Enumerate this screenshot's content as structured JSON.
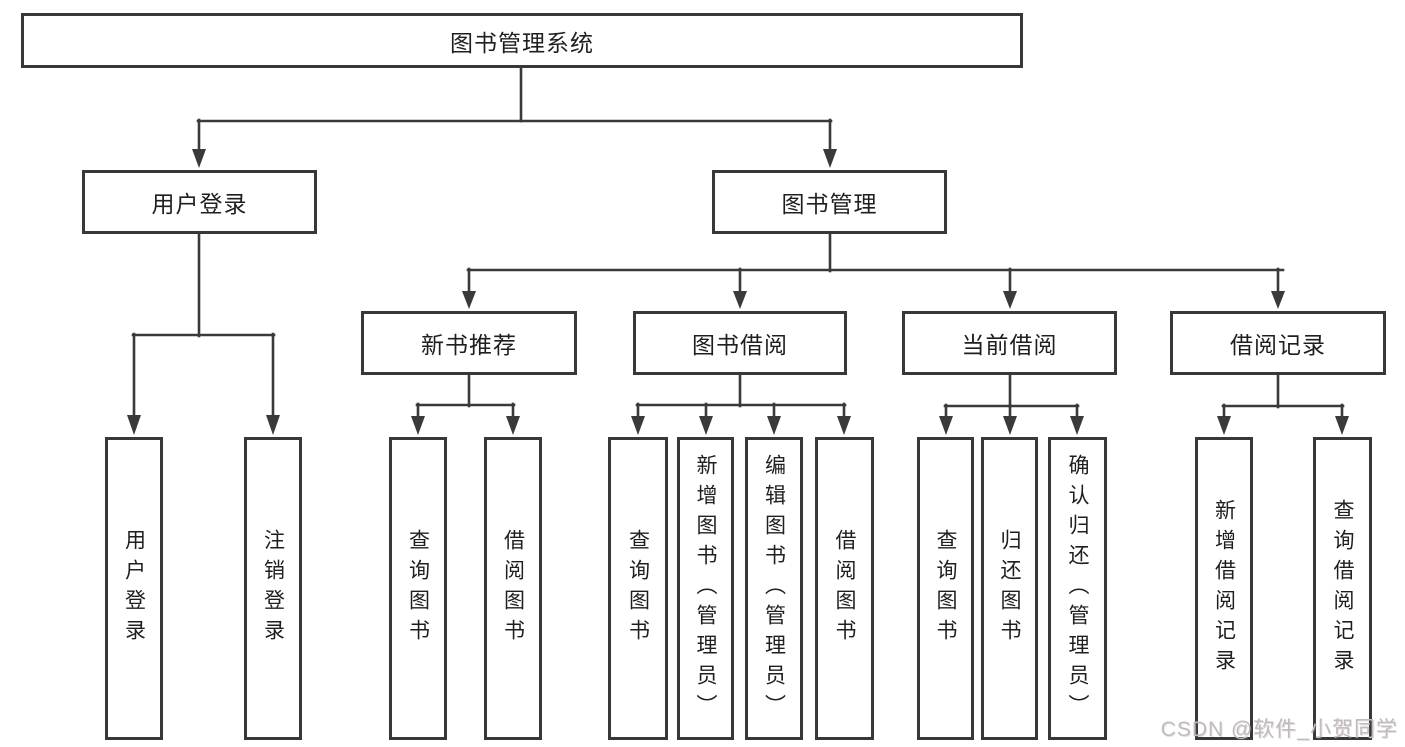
{
  "diagram": {
    "root": {
      "label": "图书管理系统"
    },
    "level2": [
      {
        "label": "用户登录",
        "parent": "图书管理系统"
      },
      {
        "label": "图书管理",
        "parent": "图书管理系统"
      }
    ],
    "level3": [
      {
        "label": "新书推荐",
        "parent": "图书管理"
      },
      {
        "label": "图书借阅",
        "parent": "图书管理"
      },
      {
        "label": "当前借阅",
        "parent": "图书管理"
      },
      {
        "label": "借阅记录",
        "parent": "图书管理"
      }
    ],
    "leaves": [
      {
        "label": "用户登录",
        "parent": "用户登录"
      },
      {
        "label": "注销登录",
        "parent": "用户登录"
      },
      {
        "label": "查询图书",
        "parent": "新书推荐"
      },
      {
        "label": "借阅图书",
        "parent": "新书推荐"
      },
      {
        "label": "查询图书",
        "parent": "图书借阅"
      },
      {
        "label": "新增图书（管理员）",
        "parent": "图书借阅"
      },
      {
        "label": "编辑图书（管理员）",
        "parent": "图书借阅"
      },
      {
        "label": "借阅图书",
        "parent": "图书借阅"
      },
      {
        "label": "查询图书",
        "parent": "当前借阅"
      },
      {
        "label": "归还图书",
        "parent": "当前借阅"
      },
      {
        "label": "确认归还（管理员）",
        "parent": "当前借阅"
      },
      {
        "label": "新增借阅记录",
        "parent": "借阅记录"
      },
      {
        "label": "查询借阅记录",
        "parent": "借阅记录"
      }
    ],
    "colors": {
      "line": "#3a3a3a",
      "box_border": "#383838",
      "text": "#1f1f1f",
      "background": "#ffffff",
      "watermark": "#bdbdbd"
    }
  },
  "watermark": {
    "text": "CSDN @软件_小贺同学"
  }
}
